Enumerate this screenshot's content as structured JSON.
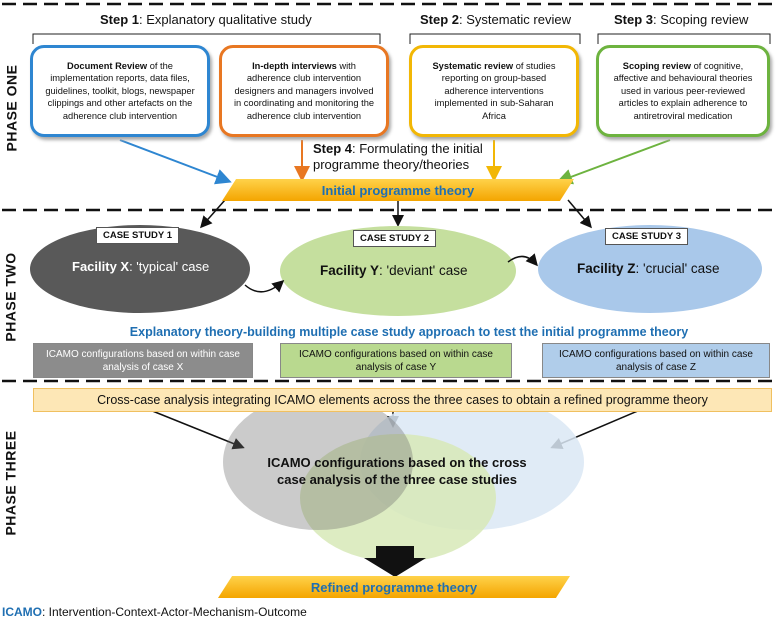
{
  "phases": {
    "one": "PHASE ONE",
    "two": "PHASE TWO",
    "three": "PHASE THREE"
  },
  "steps": {
    "step1_bold": "Step 1",
    "step1_rest": ": Explanatory qualitative study",
    "step2_bold": "Step 2",
    "step2_rest": ": Systematic review",
    "step3_bold": "Step 3",
    "step3_rest": ": Scoping review",
    "step4_bold": "Step 4",
    "step4_rest_line1": ": Formulating the initial",
    "step4_rest_line2": "programme theory/theories"
  },
  "boxes": {
    "doc_review_bold": "Document Review",
    "doc_review_rest": " of the implementation reports, data files, guidelines, toolkit, blogs, newspaper clippings and other artefacts on the adherence club intervention",
    "interviews_bold": "In-depth interviews",
    "interviews_rest": " with adherence club intervention designers and managers involved in coordinating and monitoring the adherence club intervention",
    "systematic_bold": "Systematic review",
    "systematic_rest": " of studies reporting on group-based adherence interventions implemented in sub-Saharan Africa",
    "scoping_bold": "Scoping review",
    "scoping_rest": " of cognitive, affective and behavioural theories used in various peer-reviewed articles to explain adherence to antiretroviral medication"
  },
  "banners": {
    "initial": "Initial programme theory",
    "refined": "Refined programme theory"
  },
  "cases": {
    "cs1_label": "CASE STUDY 1",
    "cs1_bold": "Facility X",
    "cs1_rest": ": 'typical' case",
    "cs2_label": "CASE STUDY 2",
    "cs2_bold": "Facility Y",
    "cs2_rest": ": 'deviant' case",
    "cs3_label": "CASE STUDY 3",
    "cs3_bold": "Facility Z",
    "cs3_rest": ": 'crucial' case"
  },
  "approach": "Explanatory theory-building multiple case study approach to test the initial programme theory",
  "configs": {
    "x": "ICAMO configurations based on within case analysis of case X",
    "y": "ICAMO configurations based on within case analysis of case Y",
    "z": "ICAMO configurations based on within case analysis of case Z"
  },
  "cross_case": "Cross-case analysis integrating ICAMO elements across the three cases to obtain a refined programme  theory",
  "cross_result": "ICAMO configurations based on the cross case analysis of the three case studies",
  "legend": {
    "abbr": "ICAMO",
    "definition": ": Intervention-Context-Actor-Mechanism-Outcome"
  },
  "colors": {
    "blue": "#2e86d1",
    "orange": "#e87722",
    "yellow": "#f2b705",
    "green": "#6db33f",
    "title_blue": "#1f6fb2"
  }
}
